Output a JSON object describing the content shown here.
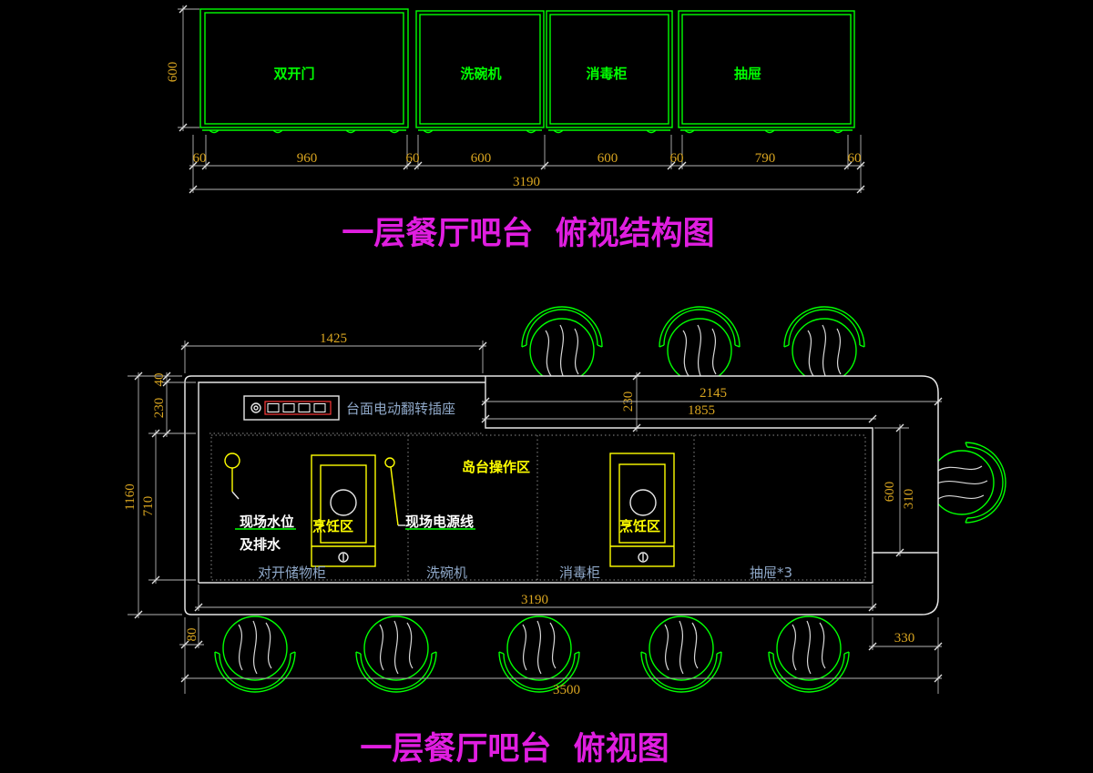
{
  "colors": {
    "background": "#000000",
    "line_green": "#00ff00",
    "dimension_text": "#d9a520",
    "dimension_line": "#b4b4b4",
    "title": "#e01ee0",
    "cabinet_label": "#8fa8c8",
    "annotation_yellow": "#ffff00",
    "note_white": "#ffffff"
  },
  "elevation": {
    "height_dim": "600",
    "panels": [
      "双开门",
      "洗碗机",
      "消毒柜",
      "抽屉"
    ],
    "widths": [
      "60",
      "960",
      "60",
      "600",
      "600",
      "60",
      "790",
      "60"
    ],
    "total_width": "3190",
    "title": "一层餐厅吧台  俯视结构图"
  },
  "plan": {
    "top_dim": "1425",
    "left_dims": [
      "40",
      "230",
      "1160",
      "710"
    ],
    "bar_step_dim": "230",
    "bar_dims": [
      "2145",
      "1855"
    ],
    "right_dims": [
      "600",
      "310"
    ],
    "socket_label": "台面电动翻转插座",
    "island_zone_label": "岛台操作区",
    "water_note": [
      "现场水位",
      "及排水"
    ],
    "cooking_zones": [
      "烹饪区",
      "烹饪区"
    ],
    "power_note": "现场电源线",
    "cabinets": [
      "对开储物柜",
      "洗碗机",
      "消毒柜",
      "抽屉*3"
    ],
    "cabinet_run": "3190",
    "overhang_left": "80",
    "overhang_right": "330",
    "overall_length": "3500",
    "title": "一层餐厅吧台  俯视图"
  }
}
